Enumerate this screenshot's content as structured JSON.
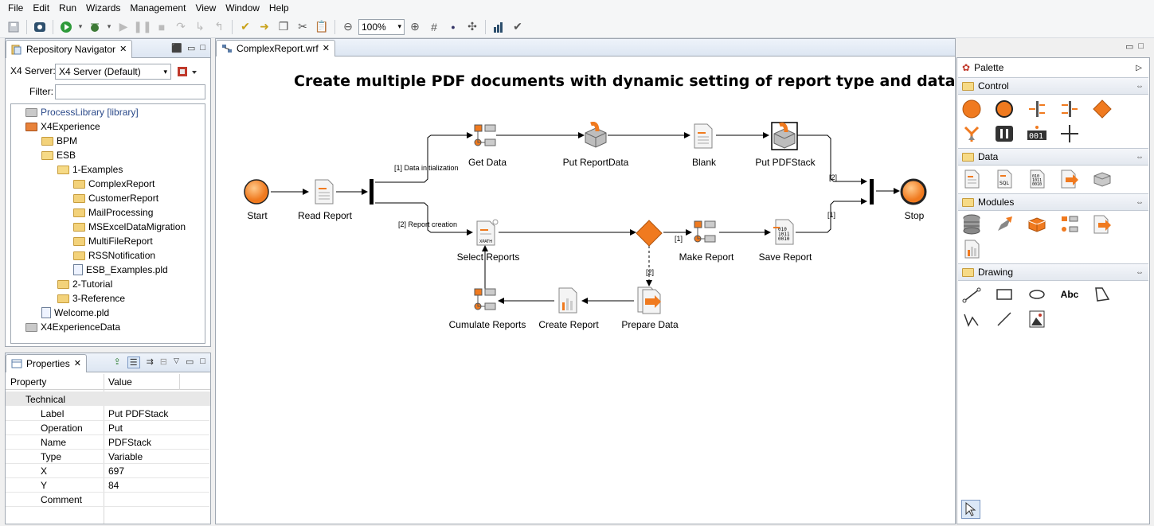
{
  "menu": [
    "File",
    "Edit",
    "Run",
    "Wizards",
    "Management",
    "View",
    "Window",
    "Help"
  ],
  "toolbar": {
    "zoom": "100%"
  },
  "repo": {
    "tab_title": "Repository Navigator",
    "server_label": "X4 Server:",
    "server_value": "X4 Server (Default)",
    "filter_label": "Filter:",
    "filter_value": "",
    "tree": [
      {
        "label": "ProcessLibrary [library]",
        "indent": 0,
        "icon": "folder-gray",
        "link": true
      },
      {
        "label": "X4Experience",
        "indent": 0,
        "icon": "folder-project"
      },
      {
        "label": "BPM",
        "indent": 1,
        "icon": "folder"
      },
      {
        "label": "ESB",
        "indent": 1,
        "icon": "folder-open"
      },
      {
        "label": "1-Examples",
        "indent": 2,
        "icon": "folder-open"
      },
      {
        "label": "ComplexReport",
        "indent": 3,
        "icon": "folder"
      },
      {
        "label": "CustomerReport",
        "indent": 3,
        "icon": "folder"
      },
      {
        "label": "MailProcessing",
        "indent": 3,
        "icon": "folder"
      },
      {
        "label": "MSExcelDataMigration",
        "indent": 3,
        "icon": "folder"
      },
      {
        "label": "MultiFileReport",
        "indent": 3,
        "icon": "folder"
      },
      {
        "label": "RSSNotification",
        "indent": 3,
        "icon": "folder"
      },
      {
        "label": "ESB_Examples.pld",
        "indent": 3,
        "icon": "file"
      },
      {
        "label": "2-Tutorial",
        "indent": 2,
        "icon": "folder"
      },
      {
        "label": "3-Reference",
        "indent": 2,
        "icon": "folder"
      },
      {
        "label": "Welcome.pld",
        "indent": 1,
        "icon": "file"
      },
      {
        "label": "X4ExperienceData",
        "indent": 0,
        "icon": "folder-gray"
      }
    ]
  },
  "properties": {
    "tab_title": "Properties",
    "col_property": "Property",
    "col_value": "Value",
    "group": "Technical",
    "rows": [
      {
        "property": "Label",
        "value": "Put PDFStack"
      },
      {
        "property": "Operation",
        "value": "Put"
      },
      {
        "property": "Name",
        "value": "PDFStack"
      },
      {
        "property": "Type",
        "value": "Variable"
      },
      {
        "property": "X",
        "value": "697"
      },
      {
        "property": "Y",
        "value": "84"
      },
      {
        "property": "Comment",
        "value": ""
      }
    ]
  },
  "editor": {
    "tab_title": "ComplexReport.wrf",
    "diagram_title": "Create multiple PDF documents with dynamic setting of report type and data",
    "nodes": {
      "start": "Start",
      "read_report": "Read Report",
      "get_data": "Get Data",
      "put_reportdata": "Put ReportData",
      "blank": "Blank",
      "put_pdfstack": "Put PDFStack",
      "select_reports": "Select Reports",
      "make_report": "Make Report",
      "save_report": "Save Report",
      "cumulate_reports": "Cumulate Reports",
      "create_report": "Create Report",
      "prepare_data": "Prepare Data",
      "stop": "Stop"
    },
    "edges": {
      "data_init": "[1] Data initialization",
      "report_creation": "[2] Report creation",
      "make_1": "[1]",
      "prepare_2": "[2]",
      "pdf_2": "[2]",
      "save_1": "[1]"
    },
    "xpath_text": "XPATH",
    "sql_text": "SQL"
  },
  "palette": {
    "title": "Palette",
    "sections": {
      "control": "Control",
      "data": "Data",
      "modules": "Modules",
      "drawing": "Drawing"
    },
    "counter_text": "001",
    "abc_text": "Abc",
    "colors": {
      "accent_orange": "#f07a1f",
      "selection": "#1f5fbf"
    }
  }
}
